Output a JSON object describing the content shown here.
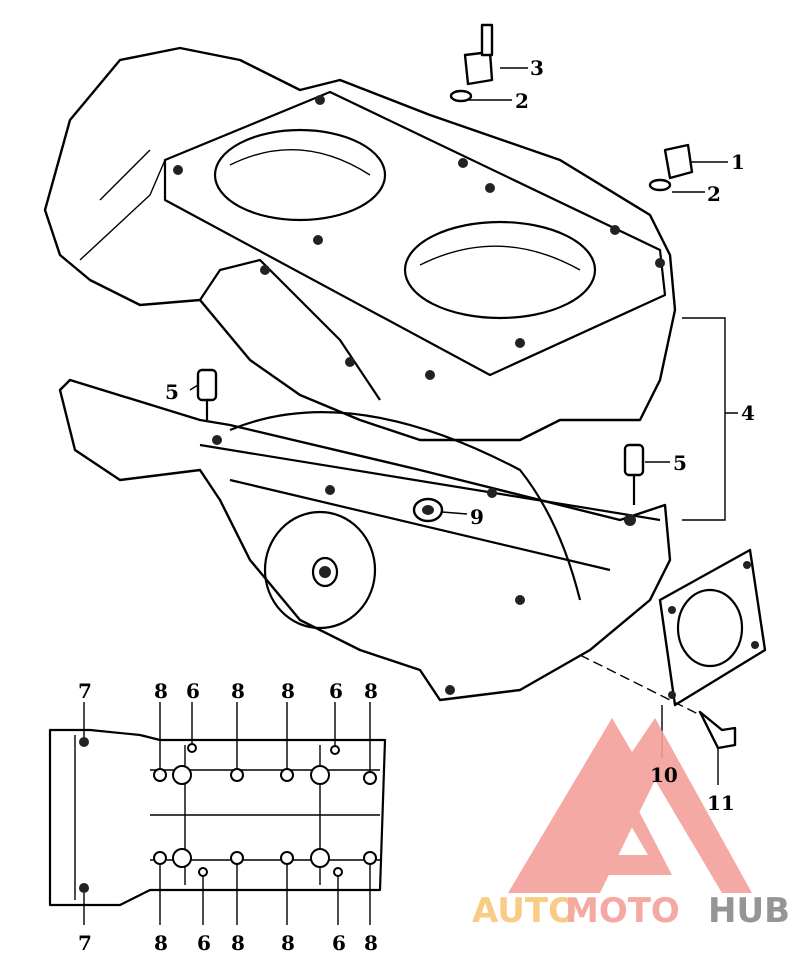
{
  "diagram": {
    "callouts": {
      "c1": "1",
      "c2a": "2",
      "c2b": "2",
      "c3": "3",
      "c4": "4",
      "c5a": "5",
      "c5b": "5",
      "c9": "9",
      "c10": "10",
      "c11": "11"
    },
    "inset_top": [
      "7",
      "8",
      "6",
      "8",
      "8",
      "6",
      "8"
    ],
    "inset_bottom": [
      "7",
      "8",
      "6",
      "8",
      "8",
      "6",
      "8"
    ]
  },
  "watermark": {
    "part1": "AUTO",
    "part2": "MOTO",
    "part3": "HUB",
    "colors": {
      "auto": "#f9c77a",
      "moto": "#f4a09a",
      "hub": "#8a8a8a",
      "logo": "#f4a09a"
    }
  }
}
